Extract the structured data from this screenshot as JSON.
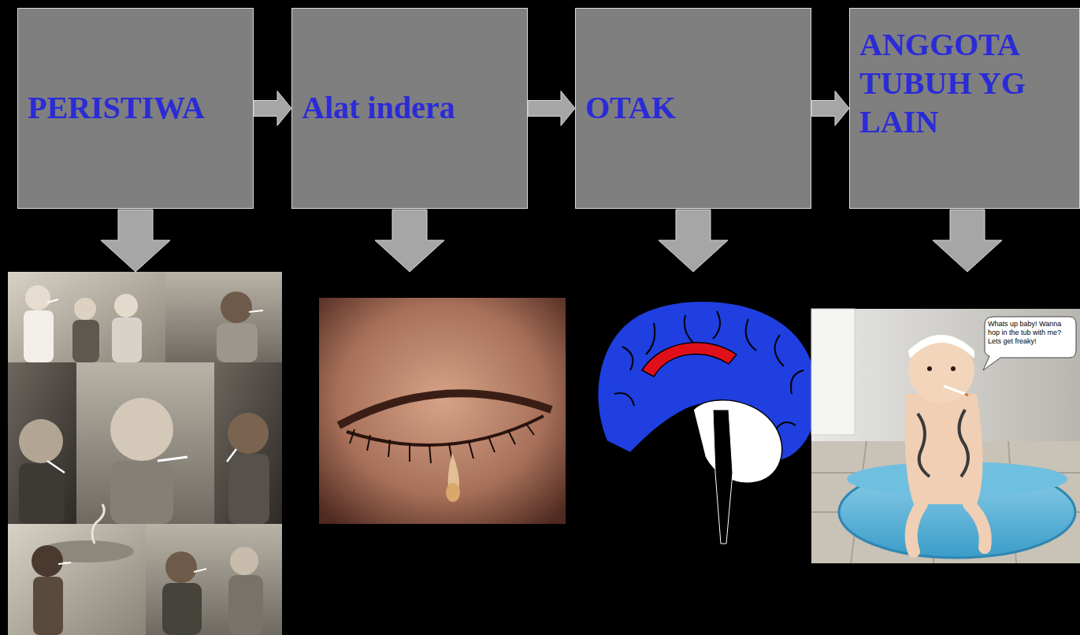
{
  "diagram": {
    "nodes": [
      {
        "text": [
          "PERISTIWA"
        ]
      },
      {
        "text": [
          "Alat indera"
        ]
      },
      {
        "text": [
          "OTAK"
        ]
      },
      {
        "text": [
          "ANGGOTA TUBUH YG LAIN"
        ]
      }
    ],
    "edges": [
      {
        "from": 0,
        "to": 1,
        "arrow": "to"
      },
      {
        "from": 1,
        "to": 2,
        "arrow": "to"
      },
      {
        "from": 2,
        "to": 3,
        "arrow": "to"
      }
    ],
    "labels": [
      "Whats up baby! Wanna hop in the tub with me? Lets get freaky!"
    ]
  }
}
